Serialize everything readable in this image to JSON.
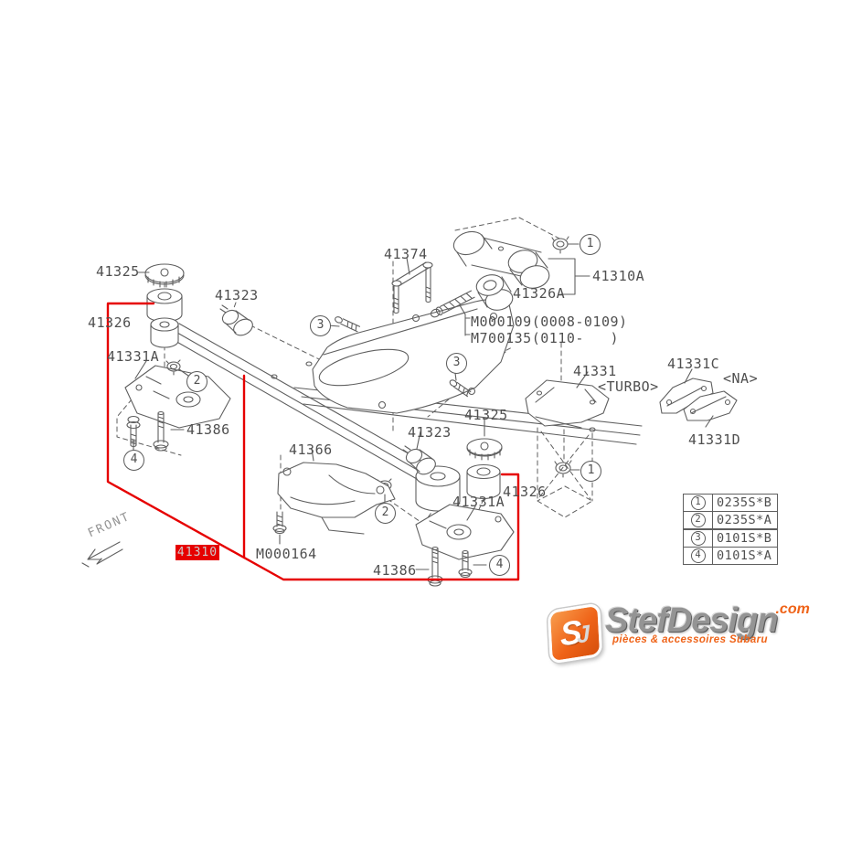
{
  "palette": {
    "line_gray": "#5f5f5f",
    "label_gray": "#4f4f4f",
    "highlight_red": "#e60000",
    "brand_orange": "#ef6318"
  },
  "labels": {
    "p41325_a": "41325",
    "p41326_a": "41326",
    "p41331A_a": "41331A",
    "p41386_a": "41386",
    "p41323_a": "41323",
    "p41374": "41374",
    "p41310A": "41310A",
    "p41326A": "41326A",
    "m000109": "M000109(0008-0109)",
    "m700135": "M700135(0110-   )",
    "p41331": "41331",
    "turbo": "<TURBO>",
    "p41331C": "41331C",
    "na": "<NA>",
    "p41331D": "41331D",
    "p41325_b": "41325",
    "p41323_b": "41323",
    "p41366": "41366",
    "p41326_b": "41326",
    "p41331A_b": "41331A",
    "m000164": "M000164",
    "p41386_b": "41386"
  },
  "callouts": {
    "one": "1",
    "two": "2",
    "three": "3",
    "four": "4"
  },
  "legend": {
    "rows": [
      {
        "num": "1",
        "code": "0235S*B"
      },
      {
        "num": "2",
        "code": "0235S*A"
      },
      {
        "num": "3",
        "code": "0101S*B"
      },
      {
        "num": "4",
        "code": "0101S*A"
      }
    ]
  },
  "front": {
    "label": "FRONT"
  },
  "highlight": {
    "part": "41310"
  },
  "brand": {
    "name": "StefDesign",
    "tld": ".com",
    "tagline": "pièces & accessoires Subaru",
    "monogram_s": "S",
    "monogram_j": "J"
  }
}
